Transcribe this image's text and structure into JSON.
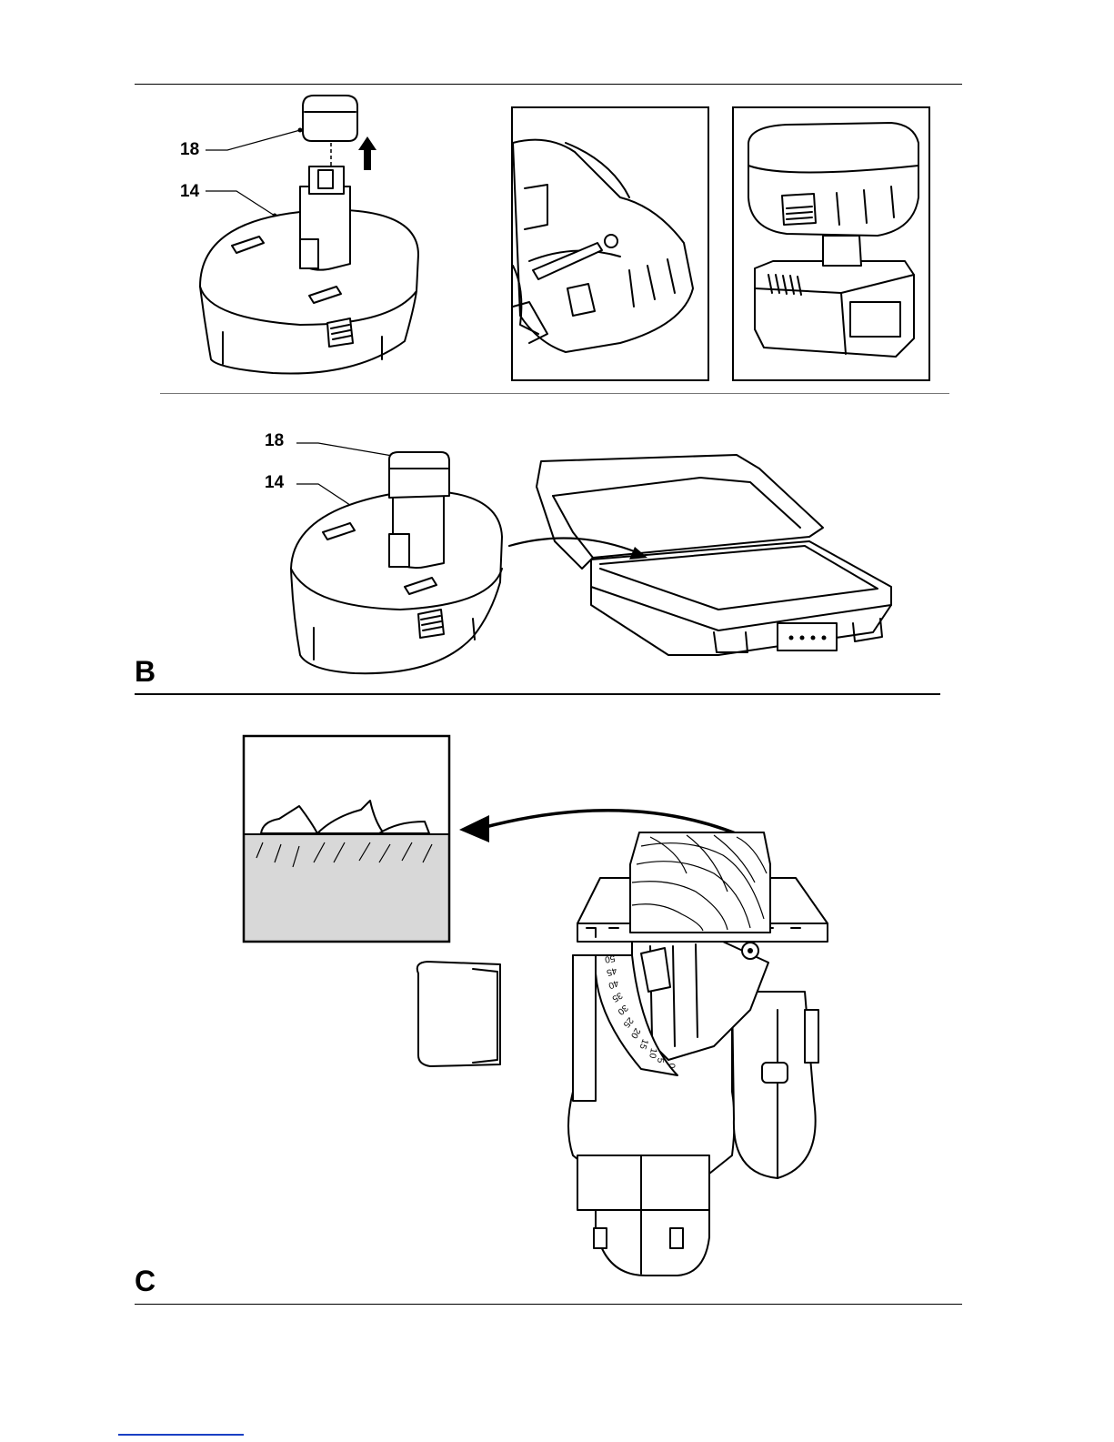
{
  "figures": [
    {
      "id": "A",
      "label": "",
      "callouts": [
        "18",
        "14"
      ],
      "panels": [
        "battery-cap-removal",
        "saw-battery-insert",
        "battery-charger"
      ]
    },
    {
      "id": "B",
      "label": "B",
      "callouts": [
        "18",
        "14"
      ],
      "panels": [
        "battery-with-cap",
        "storage-case"
      ]
    },
    {
      "id": "C",
      "label": "C",
      "callouts": [],
      "panels": [
        "blade-depth-detail",
        "saw-bevel-scale"
      ]
    }
  ],
  "bevel_scale": [
    "50",
    "45",
    "40",
    "35",
    "30",
    "25",
    "20",
    "15",
    "10",
    "5",
    "0"
  ],
  "colors": {
    "ink": "#000000",
    "shade": "#d8d8d8",
    "link": "#1a3fc4"
  }
}
